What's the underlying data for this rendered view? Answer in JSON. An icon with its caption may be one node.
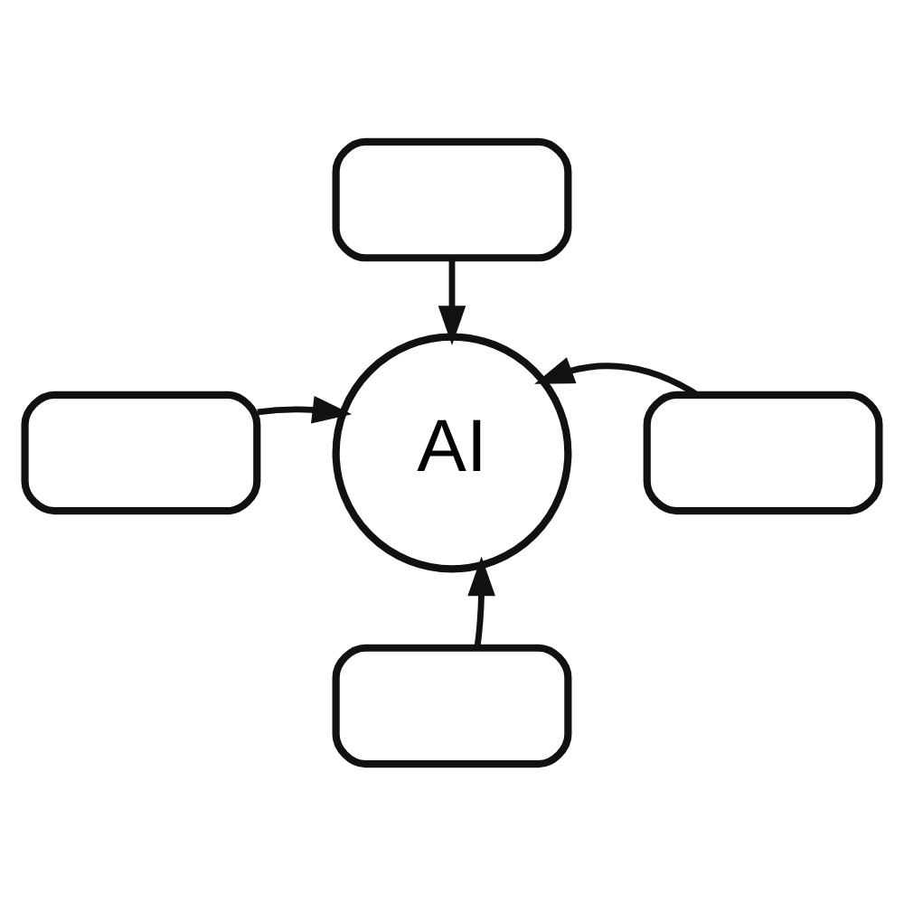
{
  "diagram": {
    "nodes": [
      {
        "text": [],
        "shape": "box"
      },
      {
        "text": [],
        "shape": "box"
      },
      {
        "text": [
          "AI"
        ]
      },
      {
        "text": [],
        "shape": "box"
      },
      {
        "text": [],
        "shape": "box"
      }
    ],
    "edges": [
      {
        "from": 0,
        "to": 2,
        "arrow": "to"
      },
      {
        "from": 1,
        "to": 2,
        "arrow": "to"
      },
      {
        "from": 3,
        "to": 2,
        "arrow": "to"
      },
      {
        "from": 4,
        "to": 2,
        "arrow": "to"
      }
    ]
  }
}
